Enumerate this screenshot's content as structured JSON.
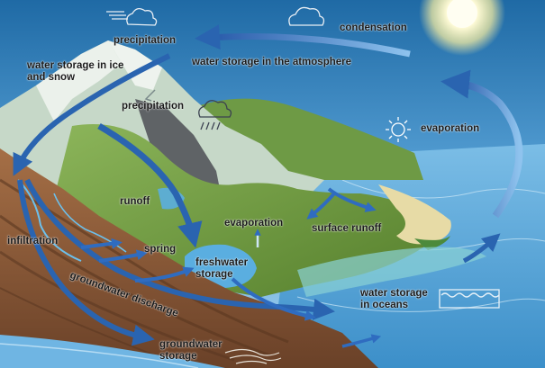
{
  "labels": {
    "precipitation_top": "precipitation",
    "condensation": "condensation",
    "water_storage_ice_snow": "water storage in ice and snow",
    "water_storage_atmosphere": "water storage in the atmosphere",
    "precipitation_mid": "precipitation",
    "evaporation_sea": "evaporation",
    "runoff": "runoff",
    "evaporation_lake": "evaporation",
    "surface_runoff": "surface runoff",
    "infiltration": "infiltration",
    "spring": "spring",
    "freshwater_storage": "freshwater storage",
    "groundwater_discharge": "groundwater discharge",
    "water_storage_oceans": "water storage in oceans",
    "groundwater_storage": "groundwater storage"
  },
  "icons": {
    "cloud_top": "rain-cloud-icon",
    "cloud_right": "cloud-icon",
    "cloud_mid": "rain-cloud-icon",
    "sun": "sun-icon",
    "sun_small": "sun-icon",
    "waves": "waves-icon",
    "groundwater": "groundwater-flow-icon"
  },
  "colors": {
    "sky": "#2f7fb8",
    "sea": "#4f9fd3",
    "land": "#6c9a3e",
    "soil": "#8a5a3a",
    "arrow": "#2a64b0",
    "sun": "#fff4a8"
  }
}
